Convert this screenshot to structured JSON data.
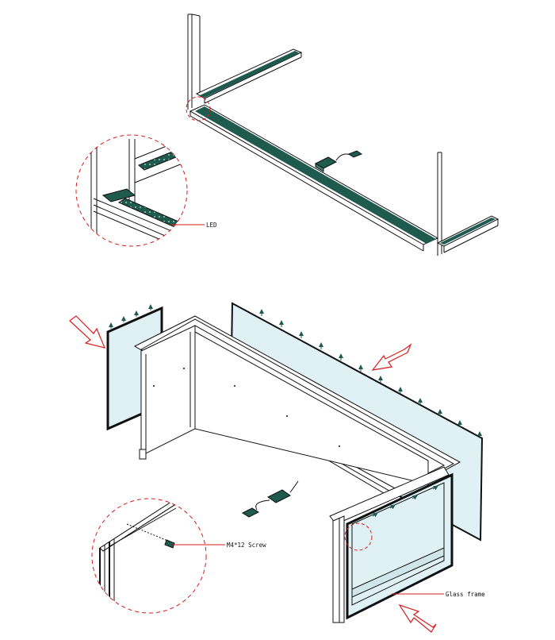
{
  "callouts": {
    "led": "LED",
    "screw": "M4*12 Screw",
    "glass_frame": "Glass frame"
  },
  "colors": {
    "led_strip": "#1f5a4e",
    "glass": "#dff1f4",
    "callout": "#d81c1c",
    "line": "#111111"
  }
}
